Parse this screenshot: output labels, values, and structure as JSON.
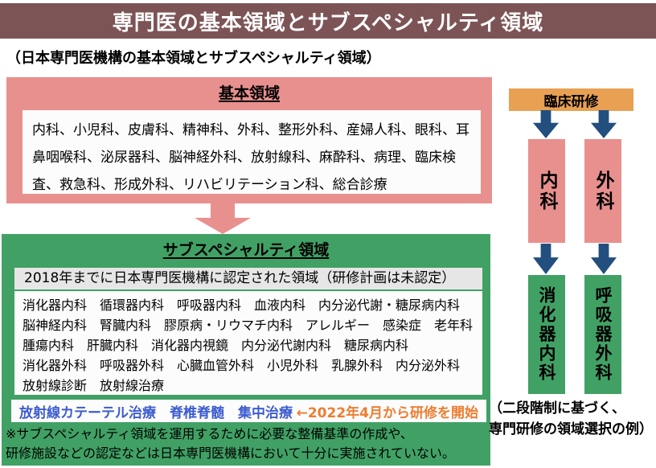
{
  "header": {
    "title": "専門医の基本領域とサブスペシャルティ領域"
  },
  "subtitle": "（日本専門医機構の基本領域とサブスペシャルティ領域）",
  "basic_area": {
    "title": "基本領域",
    "body": "内科、小児科、皮膚科、精神科、外科、整形外科、産婦人科、眼科、耳鼻咽喉科、泌尿器科、脳神経外科、放射線科、麻酔科、病理、臨床検査、救急科、形成外科、リハビリテーション科、総合診療"
  },
  "subspecialty_area": {
    "title": "サブスペシャルティ領域",
    "certified_header": "2018年までに日本専門医機構に認定された領域（研修計画は未認定）",
    "certified_lines": [
      "消化器内科　循環器内科　呼吸器内科　血液内科　内分泌代謝・糖尿病内科",
      "脳神経内科　腎臓内科　膠原病・リウマチ内科　アレルギー　感染症　老年科",
      "腫瘍内科　肝臓内科　消化器内視鏡　内分泌代謝内科　糖尿病内科",
      "消化器外科　呼吸器外科　心臓血管外科　小児外科　乳腺外科　内分泌外科",
      "放射線診断　放射線治療"
    ],
    "new_areas": "放射線カテーテル治療　脊椎脊髄　集中治療",
    "new_areas_note": "←2022年4月から研修を開始",
    "footnote_lines": [
      "※サブスペシャルティ領域を運用するために必要な整備基準の作成や、",
      "研修施設などの認定などは日本専門医機構において十分に実施されていない。"
    ]
  },
  "flow": {
    "top": "臨床研修",
    "basic_boxes": [
      "内科",
      "外科"
    ],
    "sub_boxes": [
      "消化器内科",
      "呼吸器外科"
    ],
    "caption_lines": [
      "（二段階制に基づく、",
      "専門研修の領域選択の例）"
    ]
  },
  "colors": {
    "header-bg": "#7D5456",
    "pink": "#E8908E",
    "green": "#41A165",
    "orange": "#E8A052",
    "navy": "#224F7E",
    "blue-text": "#3C5CCF",
    "orange-text": "#ED7D31",
    "gray-bar": "#E7E6E6",
    "panel-white": "#FCFCFC"
  }
}
